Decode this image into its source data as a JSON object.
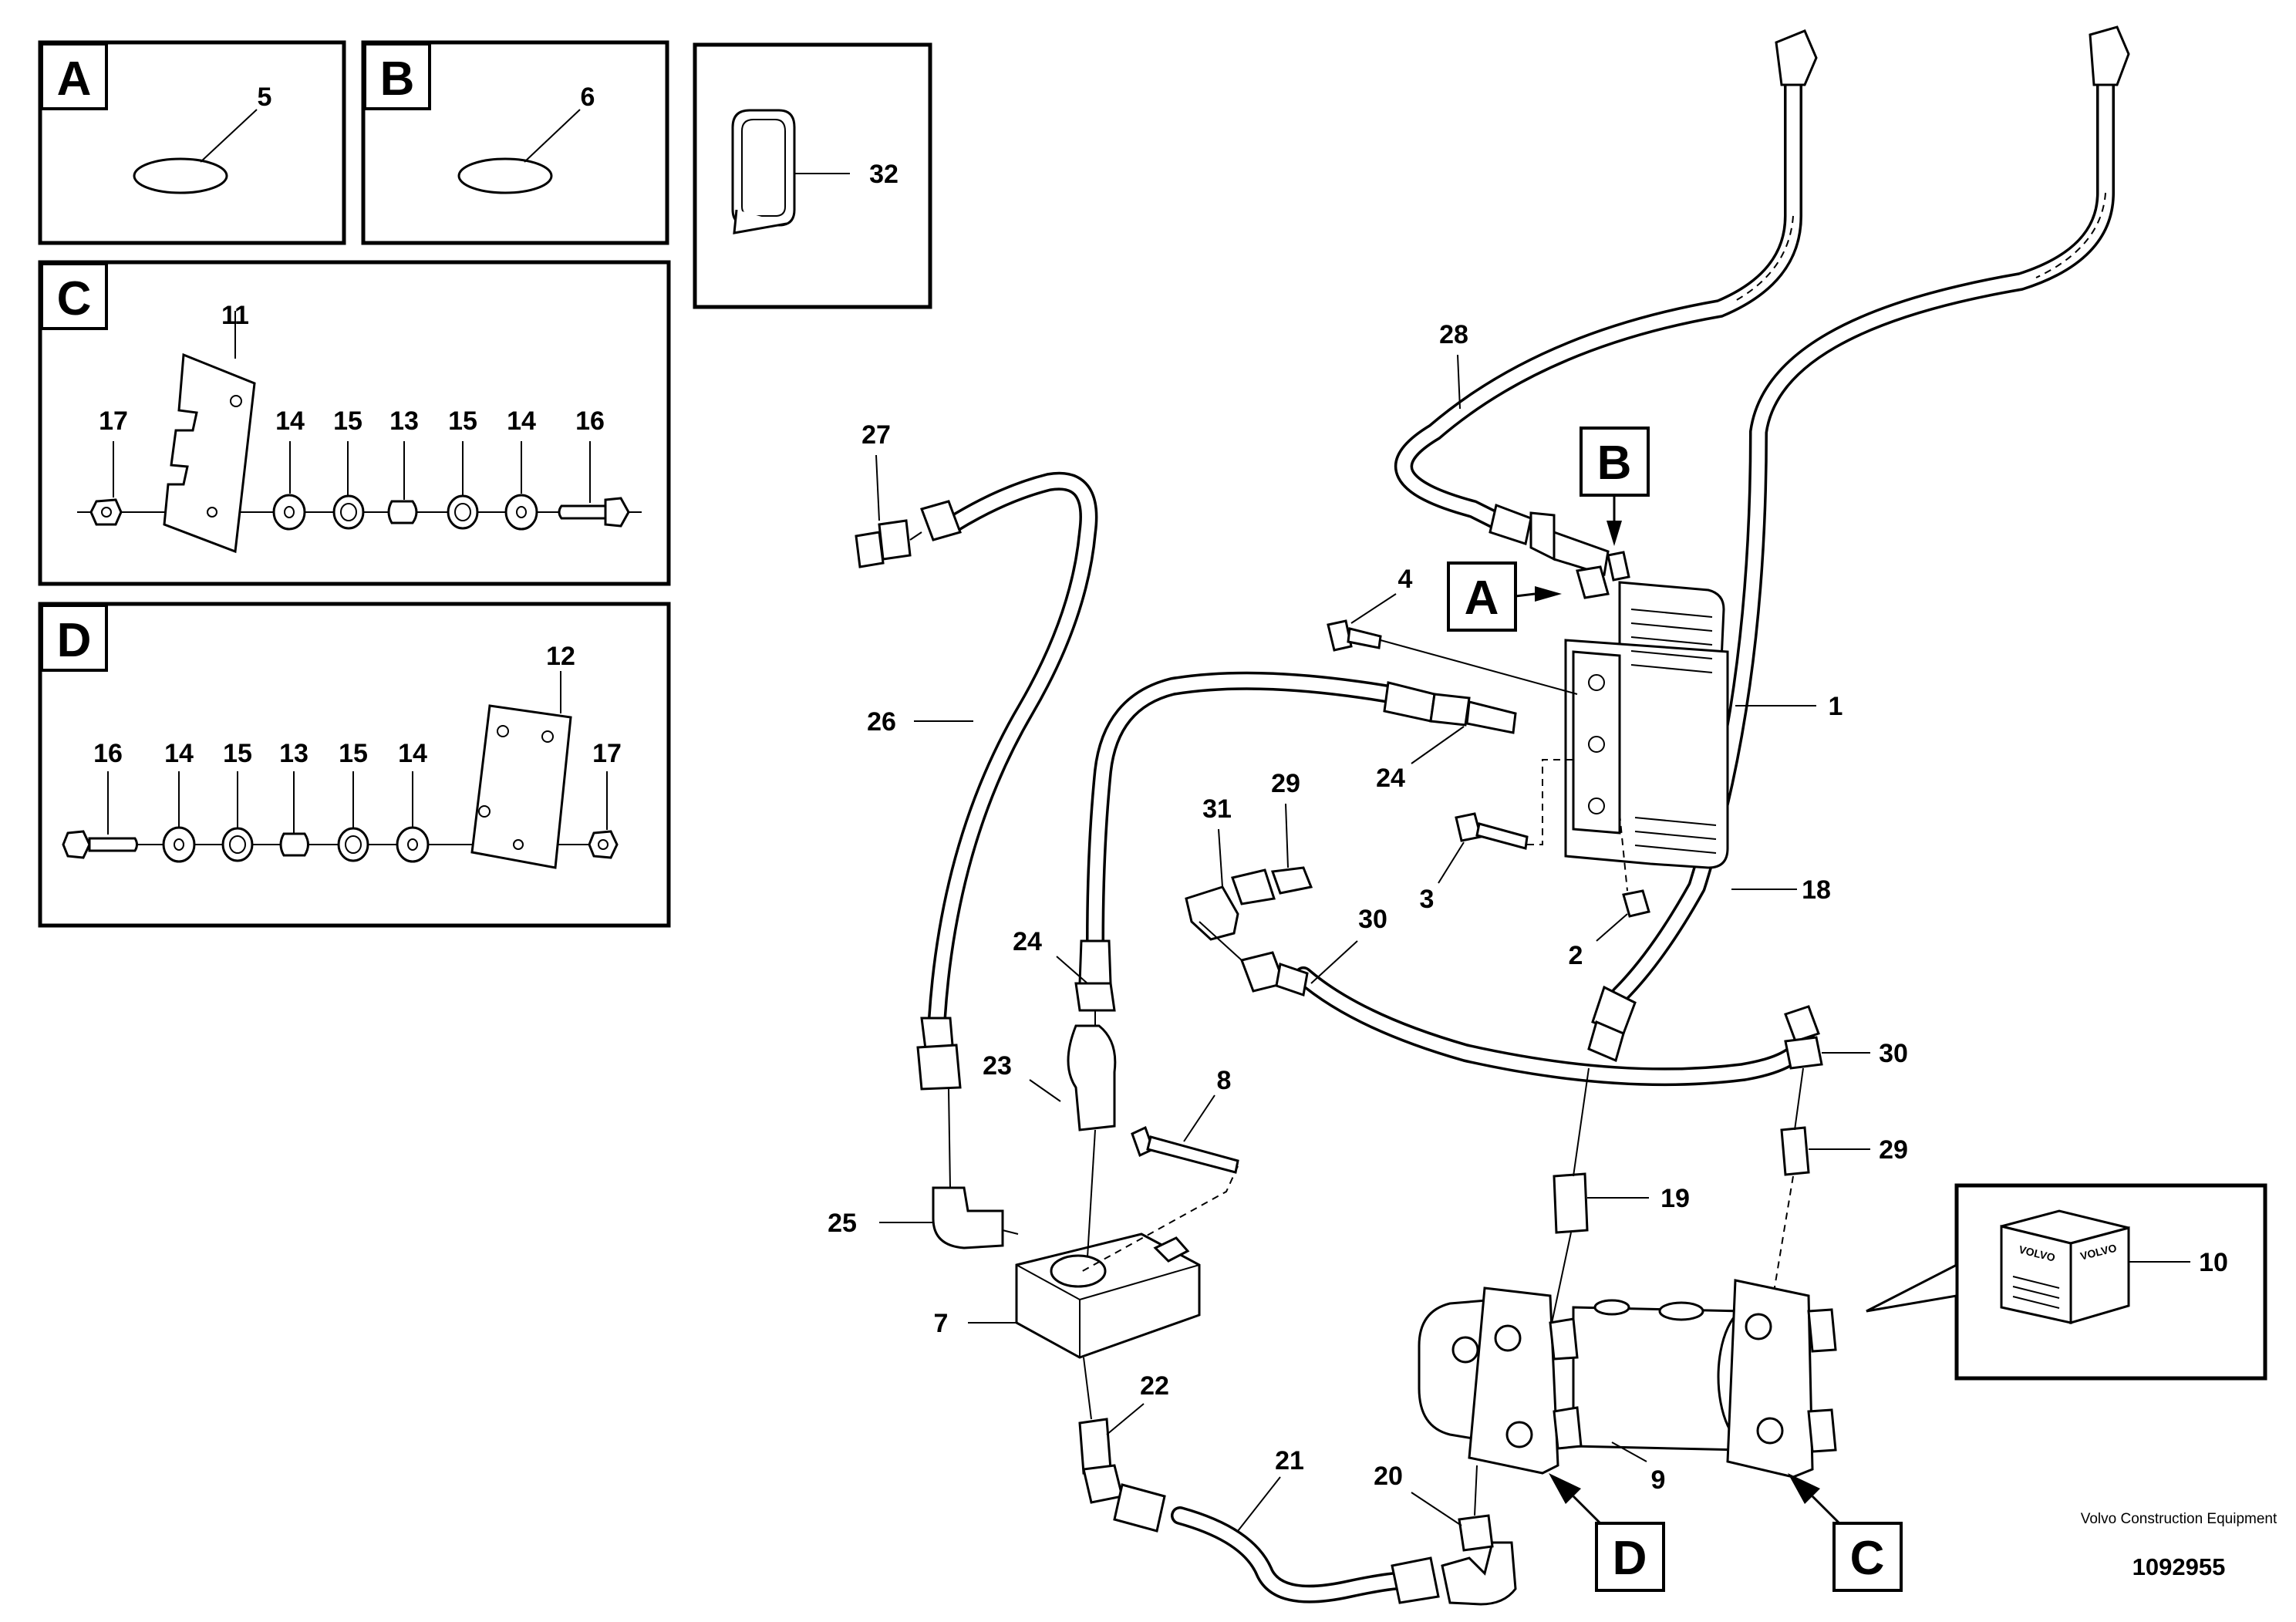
{
  "title": "Volvo Construction Equipment",
  "document_number": "1092955",
  "detail_views": {
    "A": {
      "letter": "A",
      "item": "5"
    },
    "B": {
      "letter": "B",
      "item": "6"
    },
    "grommet": {
      "item": "32"
    },
    "C": {
      "letter": "C",
      "items": [
        "11",
        "17",
        "14",
        "15",
        "13",
        "15",
        "14",
        "16"
      ]
    },
    "D": {
      "letter": "D",
      "items": [
        "12",
        "16",
        "14",
        "15",
        "13",
        "15",
        "14",
        "17"
      ]
    }
  },
  "callouts": {
    "marker_A": "A",
    "marker_B": "B",
    "marker_C": "C",
    "marker_D": "D",
    "cube_item": "10",
    "cube_brand": "VOLVO"
  },
  "part_labels": [
    "1",
    "2",
    "3",
    "4",
    "7",
    "8",
    "9",
    "18",
    "19",
    "20",
    "21",
    "22",
    "23",
    "24",
    "24",
    "25",
    "26",
    "27",
    "28",
    "29",
    "29",
    "30",
    "30",
    "31"
  ]
}
